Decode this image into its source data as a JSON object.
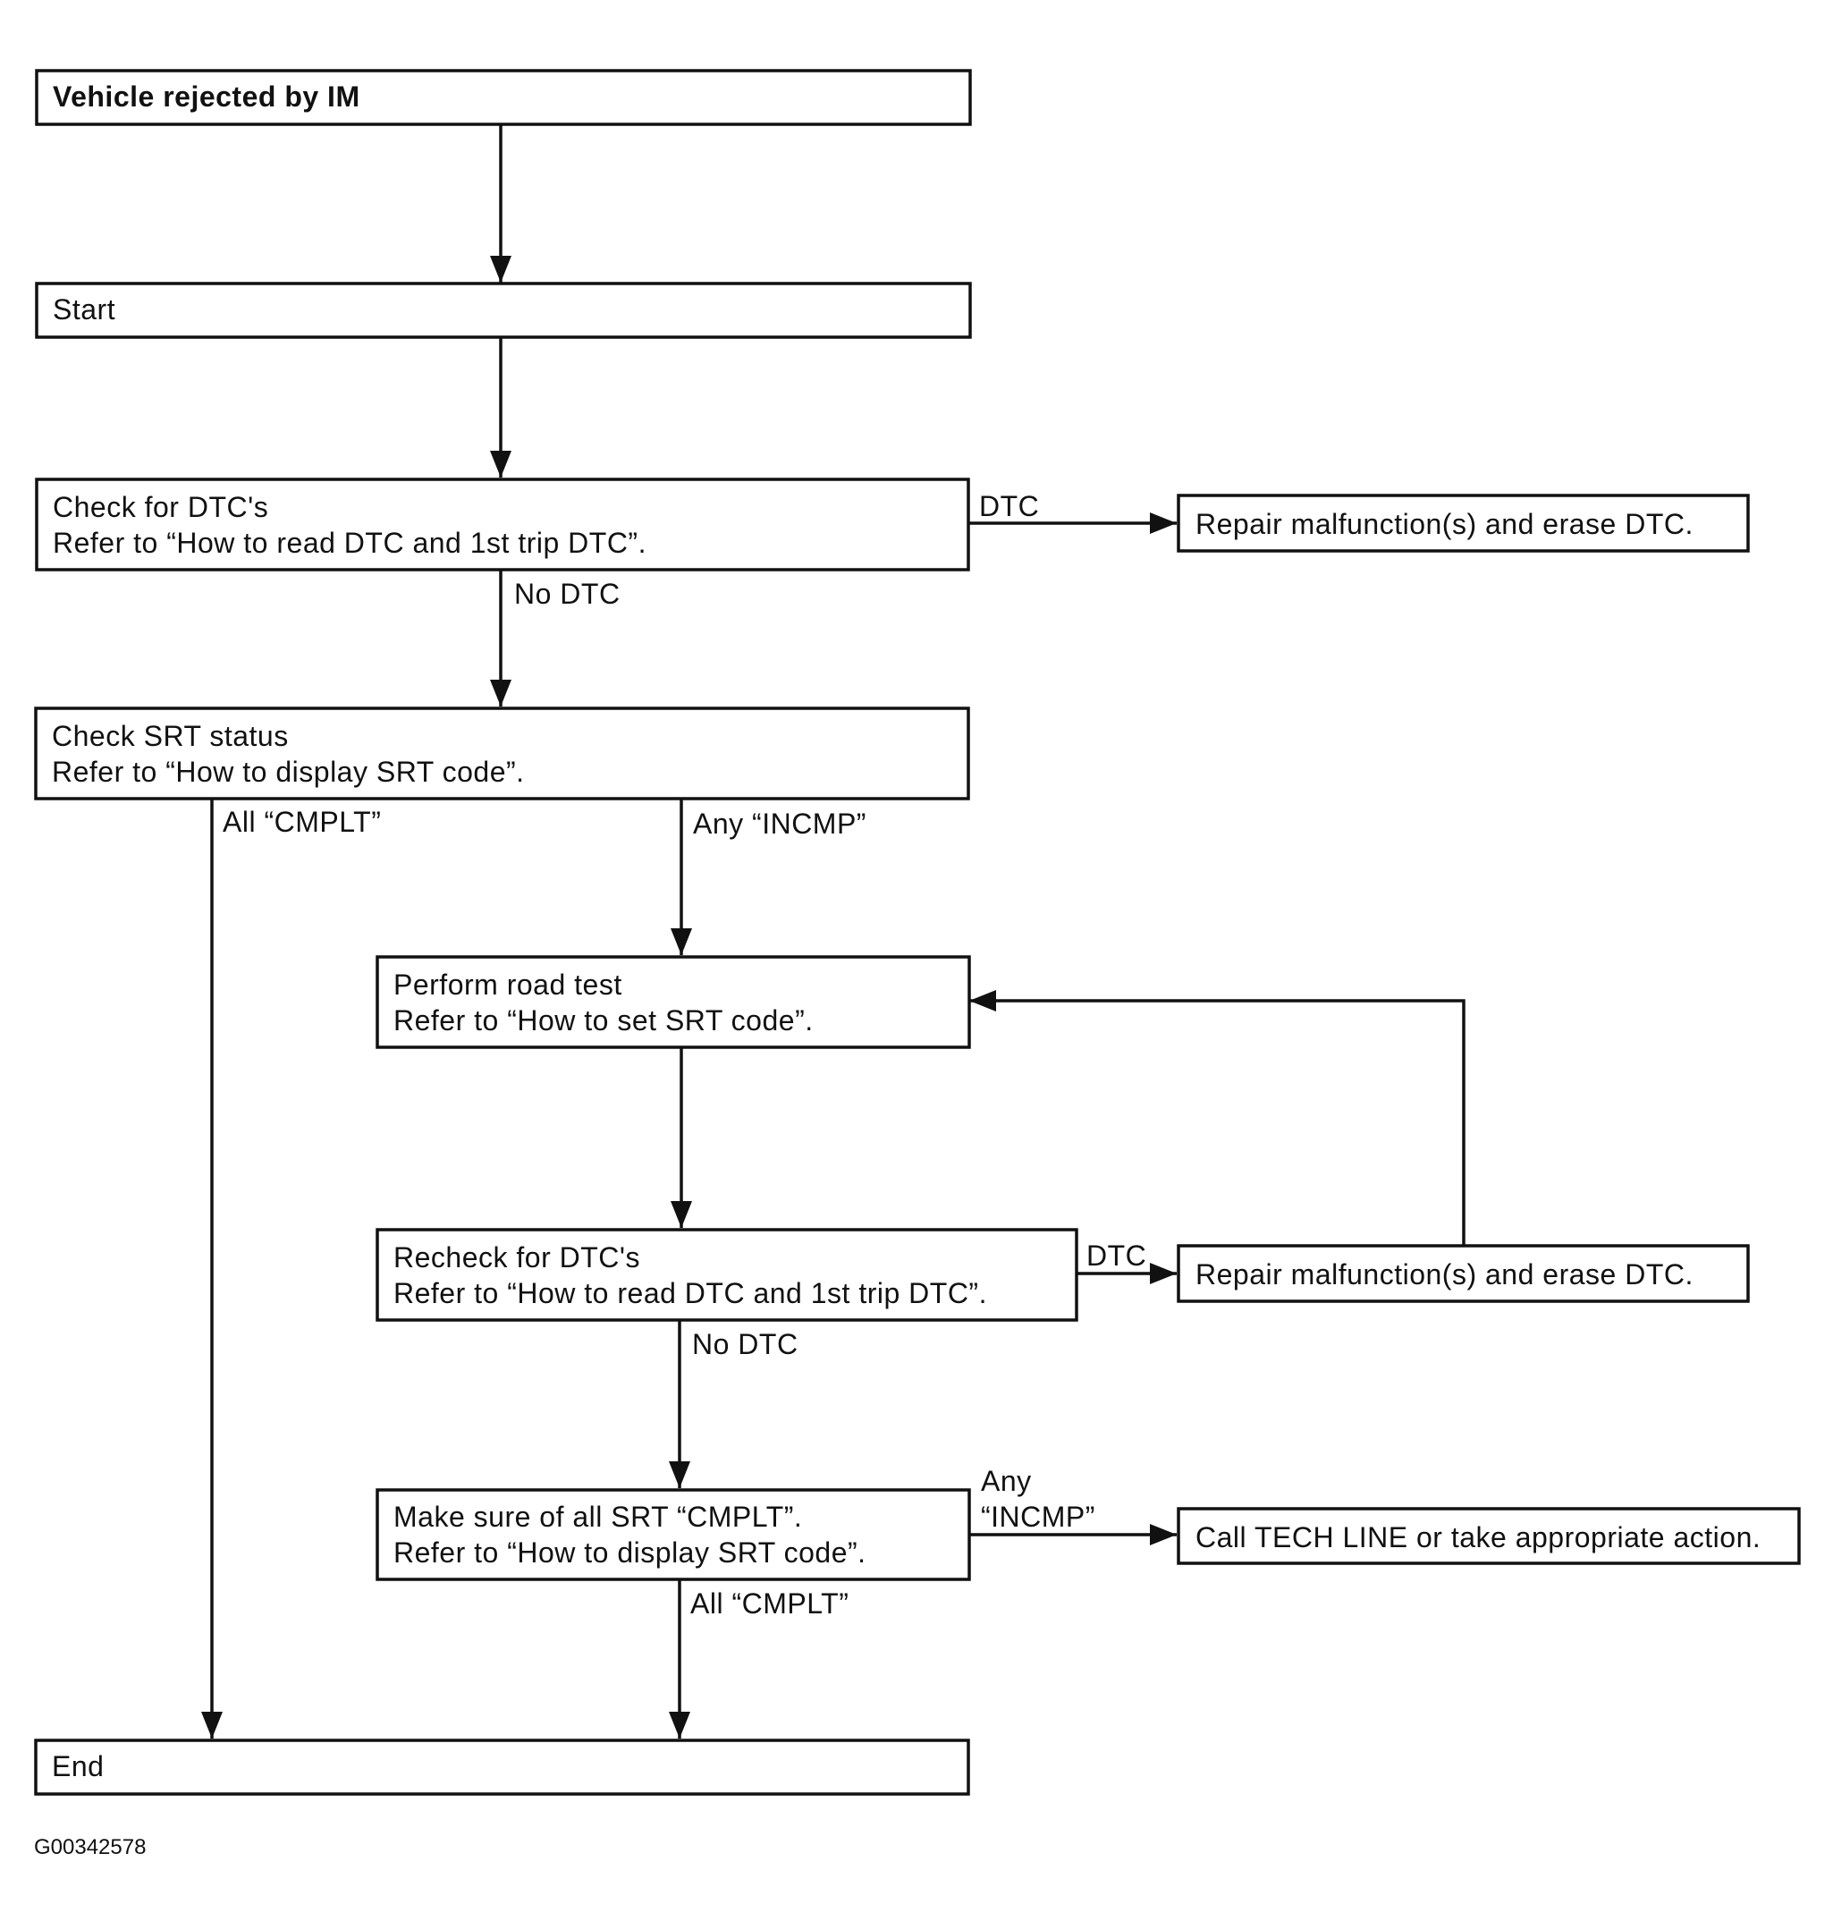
{
  "diagram": {
    "nodes": {
      "vehicle_rejected": {
        "lines": [
          "Vehicle rejected by IM"
        ]
      },
      "start": {
        "lines": [
          "Start"
        ]
      },
      "check_dtc": {
        "lines": [
          "Check for DTC's",
          "Refer to “How to read DTC and 1st trip DTC”."
        ]
      },
      "repair_1": {
        "lines": [
          "Repair malfunction(s) and erase DTC."
        ]
      },
      "check_srt": {
        "lines": [
          "Check SRT status",
          "Refer to “How to display SRT code”."
        ]
      },
      "road_test": {
        "lines": [
          "Perform road test",
          "Refer to “How to set SRT code”."
        ]
      },
      "recheck_dtc": {
        "lines": [
          "Recheck for DTC's",
          "Refer to “How to read DTC and 1st trip DTC”."
        ]
      },
      "repair_2": {
        "lines": [
          "Repair malfunction(s) and erase DTC."
        ]
      },
      "make_sure": {
        "lines": [
          "Make sure of all SRT “CMPLT”.",
          "Refer to “How to display SRT code”."
        ]
      },
      "call_tech": {
        "lines": [
          "Call TECH LINE or take appropriate action."
        ]
      },
      "end": {
        "lines": [
          "End"
        ]
      }
    },
    "edges": {
      "check_dtc_to_repair_1": {
        "label": [
          "DTC"
        ]
      },
      "check_dtc_to_check_srt": {
        "label": [
          "No DTC"
        ]
      },
      "check_srt_to_end": {
        "label": [
          "All “CMPLT”"
        ]
      },
      "check_srt_to_road_test": {
        "label": [
          "Any “INCMP”"
        ]
      },
      "recheck_dtc_to_repair_2": {
        "label": [
          "DTC"
        ]
      },
      "recheck_dtc_to_make_sure": {
        "label": [
          "No DTC"
        ]
      },
      "make_sure_to_call_tech": {
        "label": [
          "Any",
          "“INCMP”"
        ]
      },
      "make_sure_to_end": {
        "label": [
          "All “CMPLT”"
        ]
      }
    },
    "figure_id": "G00342578"
  }
}
